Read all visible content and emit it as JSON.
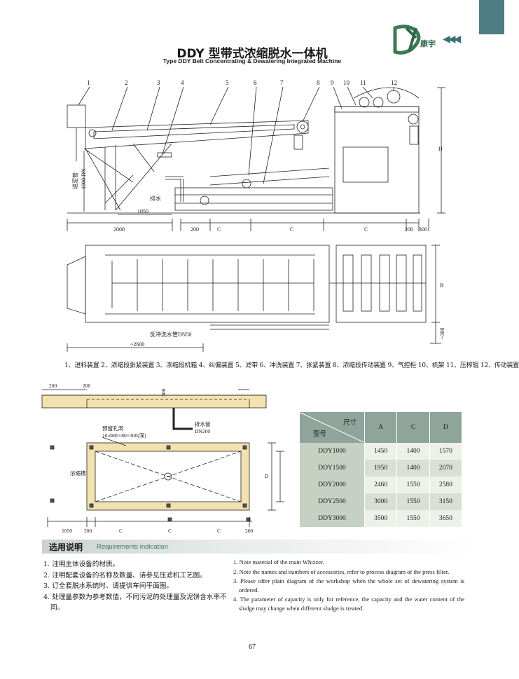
{
  "header": {
    "title_cn": "DDY 型带式浓缩脱水一体机",
    "title_en": "Type DDY Belt Concentrating & Dewatering Integrated Machine",
    "logo_text": "康宇",
    "accent_color": "#4f7d86"
  },
  "drawing": {
    "callouts": [
      "1",
      "2",
      "3",
      "4",
      "5",
      "6",
      "7",
      "8",
      "9",
      "10",
      "11",
      "12"
    ],
    "side_view_dims": {
      "d_2000": "2000",
      "d_1050": "1050",
      "d_200_a": "200",
      "d_c_1": "C",
      "d_c_2": "C",
      "d_c_3": "C",
      "d_200_b": "200",
      "d_300": "300",
      "feed_label": "进泥管",
      "feed_size": "1000 DN",
      "drain_label": "排水",
      "h_label": "H"
    },
    "plan_view_dims": {
      "backwash": "反冲洗水管DN50",
      "d_2600": "~2600",
      "d_300": "~300",
      "b_label": "B"
    },
    "legend": "1、进料装置 2、浓缩段张紧装置 3、浓缩段机箱 4、纠偏装置 5、滤带 6、冲洗装置 7、张紧装置 8、浓缩段传动装置 9、气控柜 10、机架 11、压榨辊 12、传动装置",
    "foundation": {
      "d_200_tl": "200",
      "d_200_tm": "200",
      "d_300_v": "300",
      "bolt_hole": "预留孔洞",
      "bolt_size": "10-Φ80×80×300(深)",
      "drain_pipe": "排水管",
      "drain_size": "DN200",
      "trench": "浓缩槽",
      "d_1050": "1050",
      "d_200_a": "200",
      "d_c_1": "C",
      "d_c_2": "C",
      "d_c_3": "C",
      "d_200_b": "200",
      "d_label": "D"
    }
  },
  "spec_table": {
    "header_dim": "尺寸",
    "header_model": "型号",
    "columns": [
      "A",
      "C",
      "D"
    ],
    "rows": [
      {
        "model": "DDY1000",
        "A": "1450",
        "C": "1400",
        "D": "1570"
      },
      {
        "model": "DDY1500",
        "A": "1950",
        "C": "1400",
        "D": "2070"
      },
      {
        "model": "DDY2000",
        "A": "2460",
        "C": "1550",
        "D": "2580"
      },
      {
        "model": "DDY2500",
        "A": "3000",
        "C": "1550",
        "D": "3150"
      },
      {
        "model": "DDY3000",
        "A": "3500",
        "C": "1550",
        "D": "3650"
      }
    ]
  },
  "requirements": {
    "heading_cn": "选用说明",
    "heading_en": "Requirements indication",
    "notes_cn": [
      "1. 注明主体设备的材质。",
      "2. 注明配套设备的名称及数量、请参见压滤机工艺图。",
      "3. 订全套脱水系统时、请提供车间平面图。",
      "4. 处理量参数为参考数值，不同污泥的处理量及泥饼含水率不同。"
    ],
    "notes_en": [
      "1. Note material of the main Whizzer.",
      "2. Note the names and numbers of accessories, refer to process diagram of the press filter.",
      "3. Please offer plain diagram of the workshop when the whole set of dewatering system is ordered.",
      "4. The parameter of capacity is only for reference, the capacity and the water content of the sludge may change when different sludge is treated."
    ]
  },
  "page_number": "67"
}
